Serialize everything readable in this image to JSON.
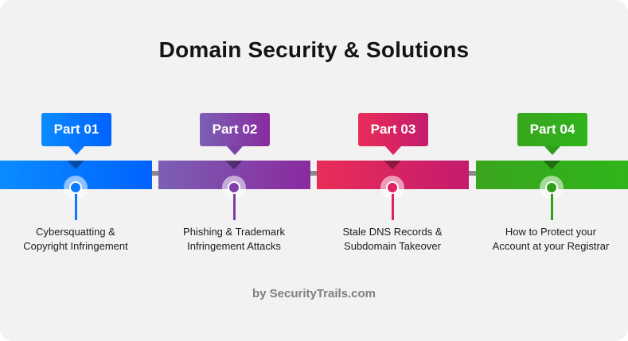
{
  "title": "Domain Security & Solutions",
  "footer": "by SecurityTrails.com",
  "parts": [
    {
      "tag": "Part 01",
      "label_line1": "Cybersquatting &",
      "label_line2": "Copyright Infringement",
      "color_from": "#0a8cff",
      "color_to": "#0062ff",
      "accent": "#0a78ff"
    },
    {
      "tag": "Part 02",
      "label_line1": "Phishing & Trademark",
      "label_line2": "Infringement Attacks",
      "color_from": "#7a60b4",
      "color_to": "#8a2a9f",
      "accent": "#7d3fa8"
    },
    {
      "tag": "Part 03",
      "label_line1": "Stale DNS Records &",
      "label_line2": "Subdomain Takeover",
      "color_from": "#e92d58",
      "color_to": "#c41b6d",
      "accent": "#dc2460"
    },
    {
      "tag": "Part 04",
      "label_line1": "How to Protect your",
      "label_line2": "Account at your Registrar",
      "color_from": "#3aa51f",
      "color_to": "#2fb51a",
      "accent": "#2f9e1a"
    }
  ]
}
